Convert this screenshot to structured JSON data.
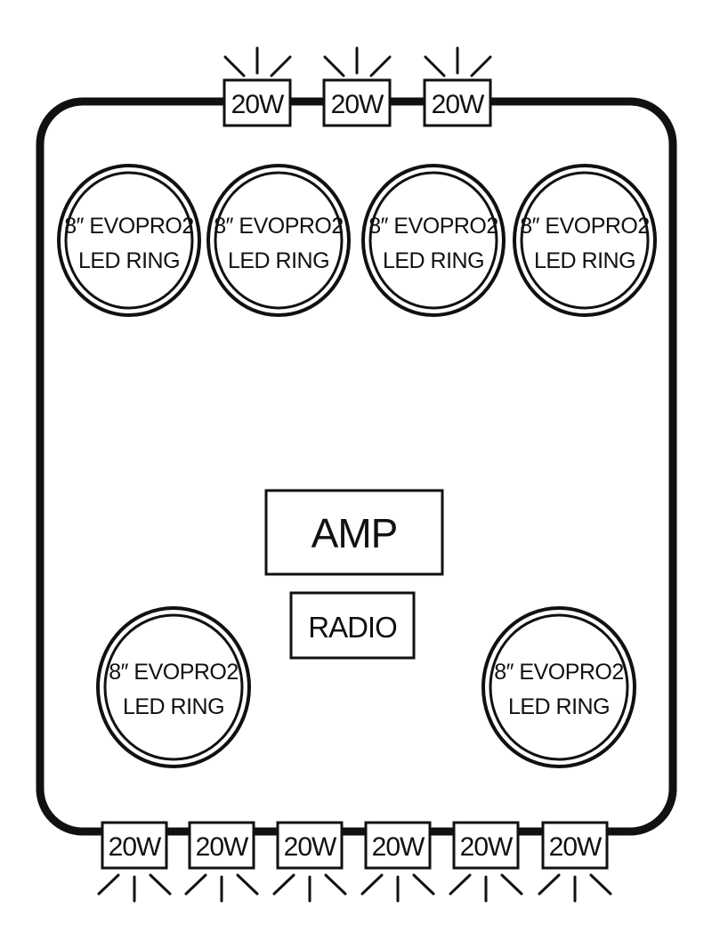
{
  "diagram": {
    "colors": {
      "stroke": "#111111",
      "background": "#ffffff"
    },
    "top_lights": [
      {
        "label": "20W"
      },
      {
        "label": "20W"
      },
      {
        "label": "20W"
      }
    ],
    "bottom_lights": [
      {
        "label": "20W"
      },
      {
        "label": "20W"
      },
      {
        "label": "20W"
      },
      {
        "label": "20W"
      },
      {
        "label": "20W"
      },
      {
        "label": "20W"
      }
    ],
    "speakers_top": [
      {
        "line1": "8″ EVOPRO2",
        "line2": "LED RING"
      },
      {
        "line1": "8″ EVOPRO2",
        "line2": "LED RING"
      },
      {
        "line1": "8″ EVOPRO2",
        "line2": "LED RING"
      },
      {
        "line1": "8″ EVOPRO2",
        "line2": "LED RING"
      }
    ],
    "speakers_bottom": [
      {
        "line1": "8″ EVOPRO2",
        "line2": "LED RING"
      },
      {
        "line1": "8″ EVOPRO2",
        "line2": "LED RING"
      }
    ],
    "amp": {
      "label": "AMP"
    },
    "radio": {
      "label": "RADIO"
    }
  }
}
